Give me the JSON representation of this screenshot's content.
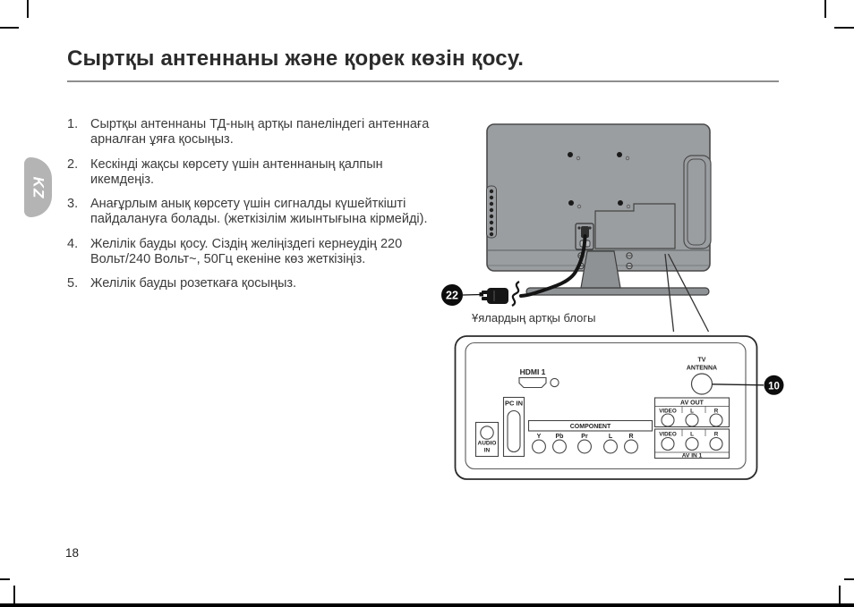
{
  "page": {
    "title": "Сыртқы антеннаны және қорек көзін қосу.",
    "page_number": "18",
    "language_tab": "KZ"
  },
  "instructions": {
    "items": [
      {
        "number": "1.",
        "text": "Сыртқы антеннаны ТД-ның артқы панеліндегі антеннаға арналған ұяға қосыңыз."
      },
      {
        "number": "2.",
        "text": "Кескінді жақсы көрсету үшін антеннаның қалпын икемдеңіз."
      },
      {
        "number": "3.",
        "text": "Анағұрлым анық көрсету үшін сигналды күшейткішті пайдалануға болады. (жеткізілім жиынтығына кірмейді)."
      },
      {
        "number": "4.",
        "text": "Желілік бауды қосу. Сіздің желіңіздегі кернеудің 220 Вольт/240 Вольт~, 50Гц екеніне көз жеткізіңіз."
      },
      {
        "number": "5.",
        "text": "Желілік бауды розеткаға қосыңыз."
      }
    ]
  },
  "diagram": {
    "caption": "Ұялардың артқы блогы",
    "callouts": {
      "power_cord": "22",
      "antenna": "10"
    }
  },
  "rear_panel": {
    "hdmi_label": "HDMI 1",
    "pc_in_label": "PC IN",
    "audio_in_line1": "AUDIO",
    "audio_in_line2": "IN",
    "component_label": "COMPONENT",
    "component_jacks": [
      "Y",
      "Pb",
      "Pr",
      "L",
      "R"
    ],
    "antenna_line1": "TV",
    "antenna_line2": "ANTENNA",
    "av_out_label": "AV OUT",
    "av_out_jacks": [
      "VIDEO",
      "L",
      "R"
    ],
    "av_in_jacks": [
      "VIDEO",
      "L",
      "R"
    ],
    "av_in_label": "AV IN 1"
  },
  "colors": {
    "tv_body": "#9b9ea1",
    "stand": "#8f9295",
    "language_tab": "#b4b4b4",
    "badge": "#0d0d0d",
    "text": "#3b3b3b",
    "title_rule": "#8f8f8f"
  }
}
